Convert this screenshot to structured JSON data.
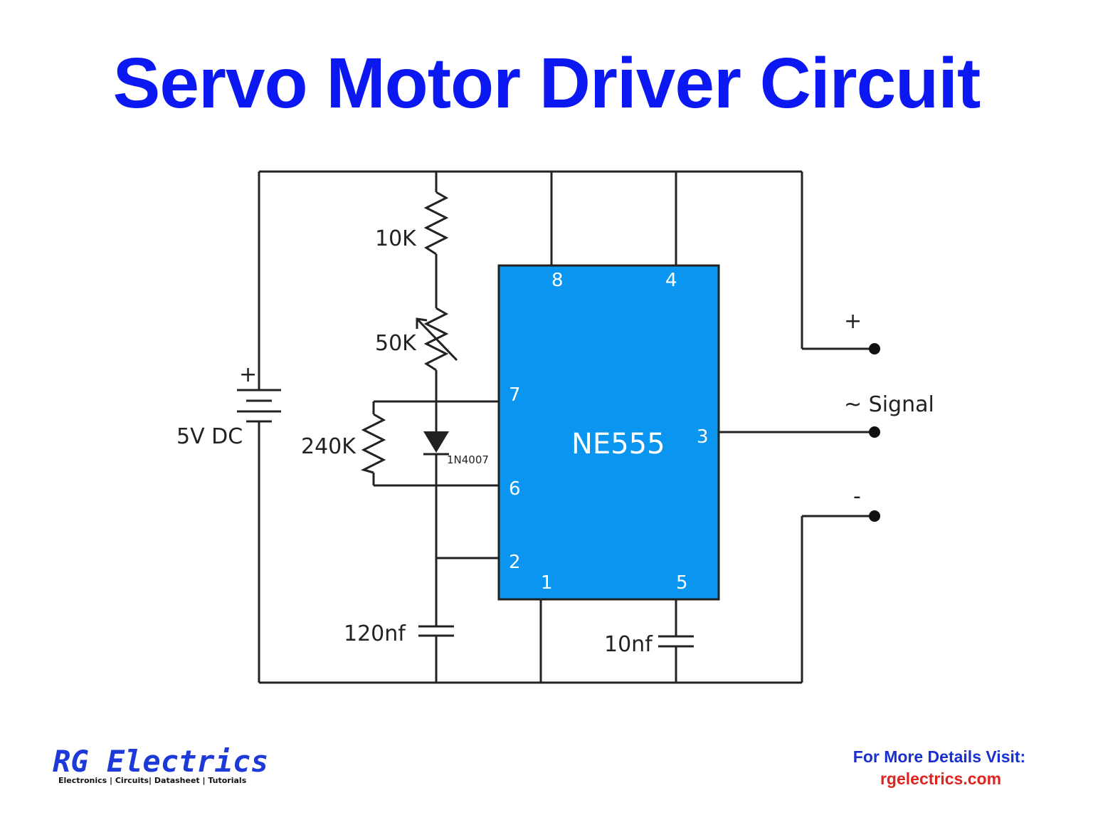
{
  "title": "Servo Motor Driver Circuit",
  "components": {
    "battery_plus": "+",
    "battery_label": "5V DC",
    "r1": "10K",
    "pot": "50K",
    "r2": "240K",
    "diode": "1N4007",
    "c_timing": "120nf",
    "c_control": "10nf"
  },
  "ic": {
    "name": "NE555",
    "pins": {
      "p8": "8",
      "p4": "4",
      "p7": "7",
      "p6": "6",
      "p2": "2",
      "p1": "1",
      "p5": "5",
      "p3": "3"
    }
  },
  "outputs": {
    "plus": "+",
    "signal": "~ Signal",
    "minus": "-"
  },
  "footer": {
    "logo": "RG Electrics",
    "tagline": "Electronics | Circuits| Datasheet | Tutorials",
    "visit_label": "For More Details Visit:",
    "url": "rgelectrics.com"
  },
  "colors": {
    "title": "#0b18f2",
    "ic_fill": "#0a96f0",
    "visit_label": "#1a2fd0",
    "url": "#e0231f"
  }
}
